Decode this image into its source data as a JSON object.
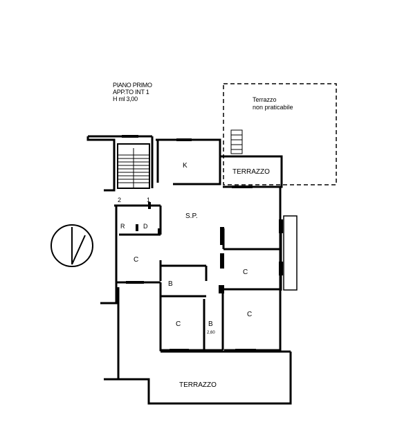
{
  "header": {
    "floor": "PIANO PRIMO",
    "unit": "APP.TO INT 1",
    "height": "H ml 3,00"
  },
  "terrace_note": {
    "line1": "Terrazzo",
    "line2": "non praticabile"
  },
  "rooms": {
    "kitchen": "K",
    "living": "S.P.",
    "closet_r": "R",
    "closet_d": "D",
    "bedroom_left": "C",
    "bedroom_right_top": "C",
    "bath_left": "B",
    "bedroom_bottom_left": "C",
    "bath_small": "B",
    "bath_small_height": "2,60",
    "bedroom_bottom_right": "C",
    "terrace_top": "TERRAZZO",
    "terrace_bottom": "TERRAZZO"
  },
  "stair_marks": {
    "left": "2",
    "right": "1"
  }
}
